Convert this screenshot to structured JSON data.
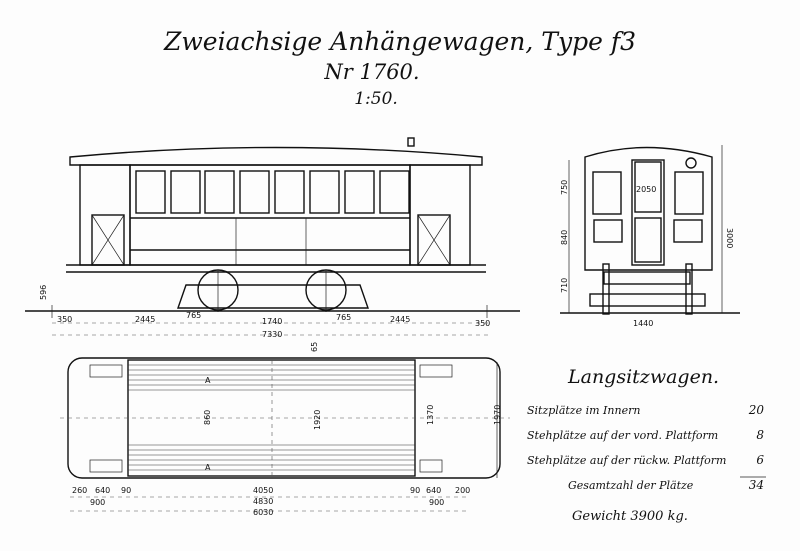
{
  "title": {
    "line1": "Zweiachsige Anhängewagen, Type f3",
    "line2": "Nr 1760.",
    "line3": "1:50."
  },
  "side_view": {
    "dims_bottom_row1": [
      "350",
      "2445",
      "765",
      "1740",
      "765",
      "2445",
      "350"
    ],
    "dims_total": "7330",
    "dim_height": "596"
  },
  "end_view": {
    "dims": {
      "upper": "750",
      "middle": "840",
      "lower": "710",
      "total_height": "3000",
      "door": "2050",
      "track": "1440"
    }
  },
  "plan_view": {
    "dims_inner": {
      "top": "65",
      "seat": "860",
      "aisle": "1920",
      "platform": "1370",
      "width": "1970"
    },
    "dims_row1": [
      "260",
      "640",
      "90",
      "4050",
      "90",
      "640",
      "200"
    ],
    "dims_row2": [
      "900",
      "4830",
      "900"
    ],
    "dims_row3": "6030",
    "label_a": "A"
  },
  "table": {
    "title": "Langsitzwagen.",
    "rows": [
      {
        "label": "Sitzplätze im Innern",
        "value": "20"
      },
      {
        "label": "Stehplätze auf der vord. Plattform",
        "value": "8"
      },
      {
        "label": "Stehplätze auf der rückw. Plattform",
        "value": "6"
      }
    ],
    "total_label": "Gesamtzahl der Plätze",
    "total_value": "34",
    "weight": "Gewicht 3900 kg."
  }
}
